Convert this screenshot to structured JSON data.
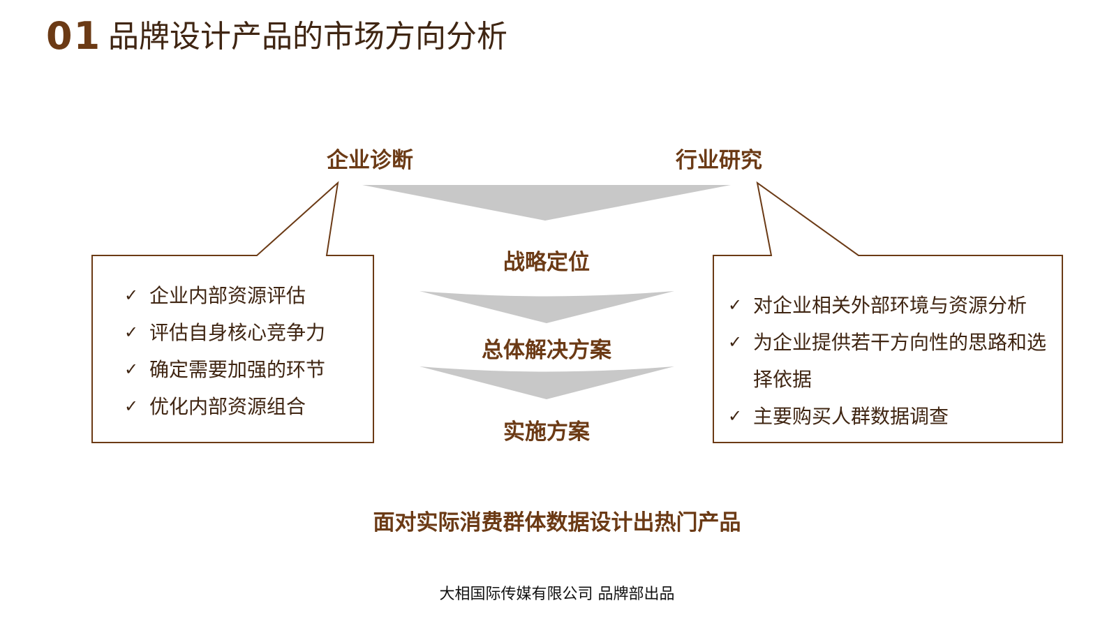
{
  "colors": {
    "accent": "#6b3a15",
    "text": "#3f2512",
    "chevron": "#c8c8c8",
    "footer": "#111111"
  },
  "header": {
    "number": "01",
    "title": "品牌设计产品的市场方向分析"
  },
  "left": {
    "heading": "企业诊断",
    "items": [
      "企业内部资源评估",
      "评估自身核心竞争力",
      "确定需要加强的环节",
      "优化内部资源组合"
    ]
  },
  "right": {
    "heading": "行业研究",
    "items": [
      "对企业相关外部环境与资源分析",
      "为企业提供若干方向性的思路和选择依据",
      "主要购买人群数据调查"
    ]
  },
  "center": {
    "steps": [
      "战略定位",
      "总体解决方案",
      "实施方案"
    ]
  },
  "check_glyph": "✓",
  "conclusion": "面对实际消费群体数据设计出热门产品",
  "footer": "大相国际传媒有限公司 品牌部出品"
}
